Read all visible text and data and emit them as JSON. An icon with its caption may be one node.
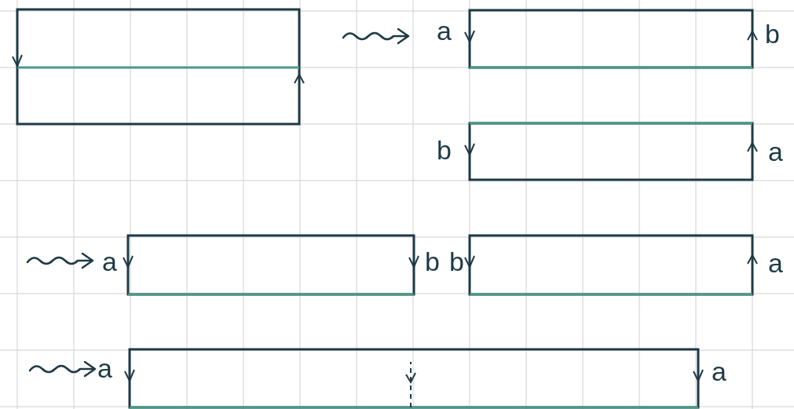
{
  "diagram": {
    "nodes": [
      {
        "text": [],
        "shape": "box"
      },
      {
        "text": [],
        "shape": "box",
        "beside": [
          "a",
          "b"
        ]
      },
      {
        "text": [],
        "shape": "box",
        "beside": [
          "b",
          "a"
        ]
      },
      {
        "text": [],
        "shape": "box",
        "beside": [
          "a",
          "b"
        ]
      },
      {
        "text": [],
        "shape": "box",
        "beside": [
          "b",
          "a"
        ]
      },
      {
        "text": [],
        "shape": "box",
        "beside": [
          "a",
          "a"
        ]
      }
    ]
  }
}
